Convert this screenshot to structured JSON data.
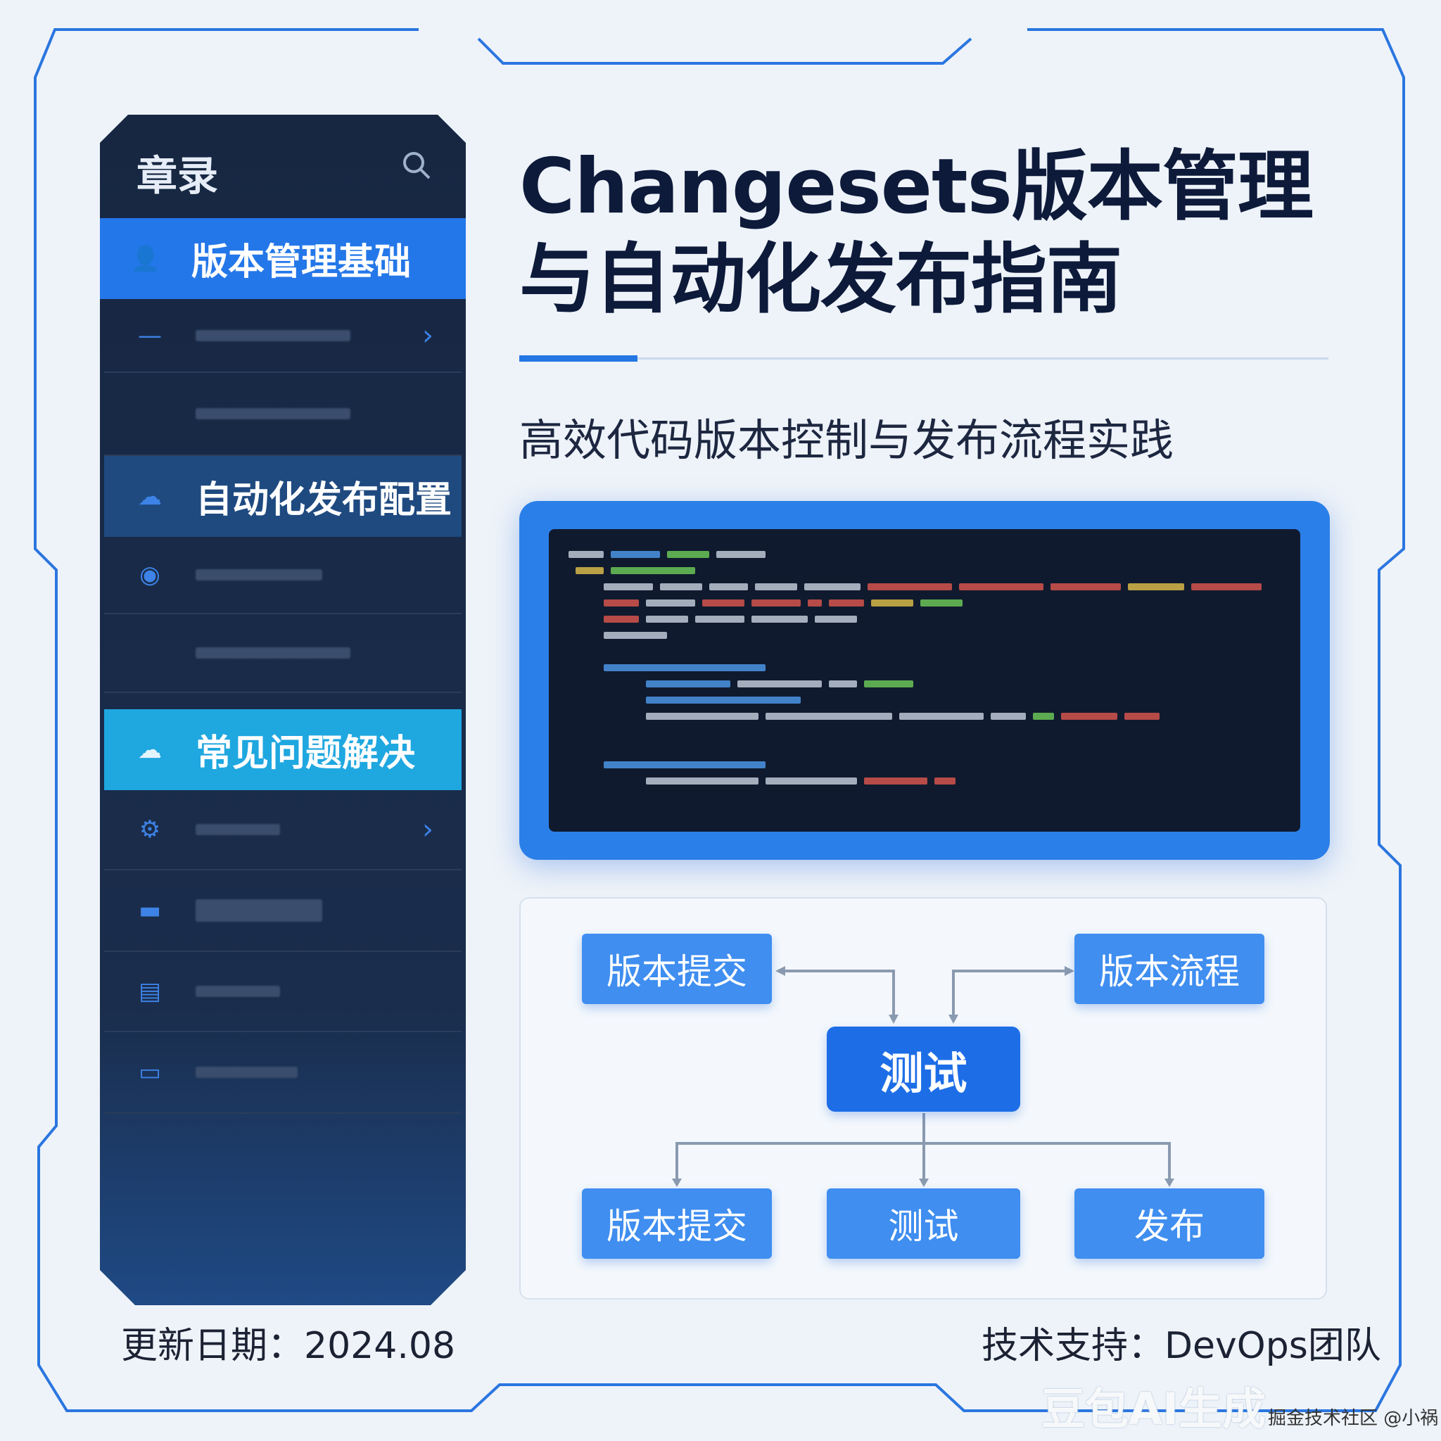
{
  "sidebar": {
    "title": "章录",
    "items": [
      {
        "label": "版本管理基础",
        "state": "active"
      },
      {
        "label": "自动化发布配置",
        "state": "section"
      },
      {
        "label": "常见问题解决",
        "state": "highlight"
      }
    ]
  },
  "header": {
    "title_line1": "Changesets版本管理",
    "title_line2": "与自动化发布指南",
    "subtitle": "高效代码版本控制与发布流程实践"
  },
  "diagram": {
    "nodes": {
      "top_left": "版本提交",
      "top_right": "版本流程",
      "center": "测试",
      "bottom_left": "版本提交",
      "bottom_center": "测试",
      "bottom_right": "发布"
    }
  },
  "footer": {
    "date": "更新日期：2024.08",
    "support": "技术支持：DevOps团队"
  },
  "watermark": {
    "main": "豆包AI生成",
    "credit": "掘金技术社区 @小祸"
  },
  "colors": {
    "accent": "#2476e3",
    "sidebar_bg": "#172742",
    "highlight": "#1fa7e0",
    "code_bg": "#101a2e"
  }
}
